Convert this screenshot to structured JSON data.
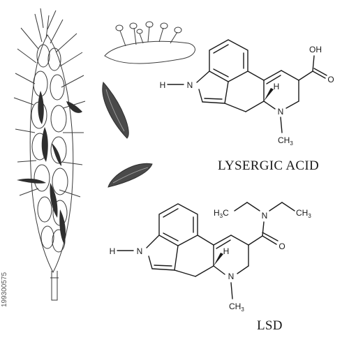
{
  "labels": {
    "lysergic_acid": "LYSERGIC ACID",
    "lsd": "LSD",
    "stock_id": "199300575"
  },
  "lysergic": {
    "oh": "OH",
    "o": "O",
    "h_left": "H",
    "n_indole": "N",
    "h_stereo": "H",
    "n_ring": "N",
    "ch": "CH",
    "three": "3"
  },
  "lsd_mol": {
    "h_left": "H",
    "n_indole": "N",
    "h_stereo": "H",
    "n_ring": "N",
    "ch": "CH",
    "three": "3",
    "o": "O",
    "n_amide": "N",
    "h3c_h": "H",
    "h3c_3": "3",
    "h3c_c": "C",
    "ch3_right_ch": "CH",
    "ch3_right_3": "3"
  },
  "colors": {
    "ink": "#1a1a1a",
    "sketch": "#3a3a3a",
    "dark": "#2e2e2e"
  }
}
